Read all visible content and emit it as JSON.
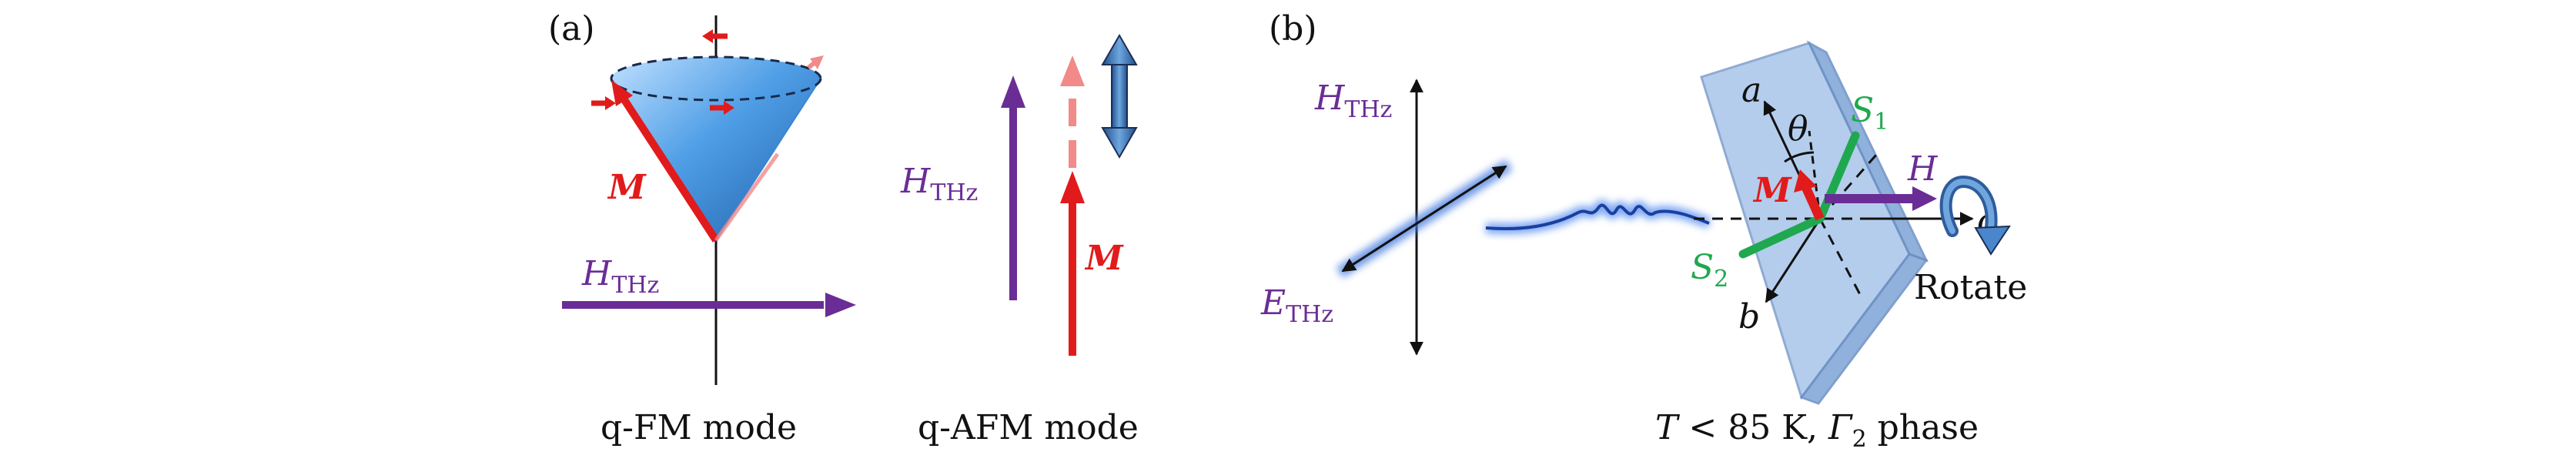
{
  "panel_a": {
    "label": "(a)",
    "fm": {
      "caption": "q-FM mode",
      "h_label": "H",
      "h_sub": "THz",
      "m_label": "M"
    },
    "afm": {
      "caption": "q-AFM mode",
      "h_label": "H",
      "h_sub": "THz",
      "m_label": "M"
    }
  },
  "panel_b": {
    "label": "(b)",
    "h_thz": "H",
    "h_thz_sub": "THz",
    "e_thz": "E",
    "e_thz_sub": "THz",
    "axis_a": "a",
    "axis_b": "b",
    "axis_c": "c",
    "theta": "θ",
    "s1": "S",
    "s1_sub": "1",
    "s2": "S",
    "s2_sub": "2",
    "m_label": "M",
    "h_label": "H",
    "rotate_label": "Rotate",
    "caption_T": "T",
    "caption_mid": " < 85 K, ",
    "caption_gamma": "Γ",
    "caption_gamma_sub": "2",
    "caption_end": " phase"
  },
  "colors": {
    "purple": "#6a2d96",
    "red": "#e11b1b",
    "pink": "#f28a8a",
    "green": "#1fa84f",
    "cone_blue": "#4f9ee6",
    "crystal_blue": "#9cbde6",
    "steel_blue": "#2f5c9c",
    "yellow": "#f3ec5a"
  }
}
